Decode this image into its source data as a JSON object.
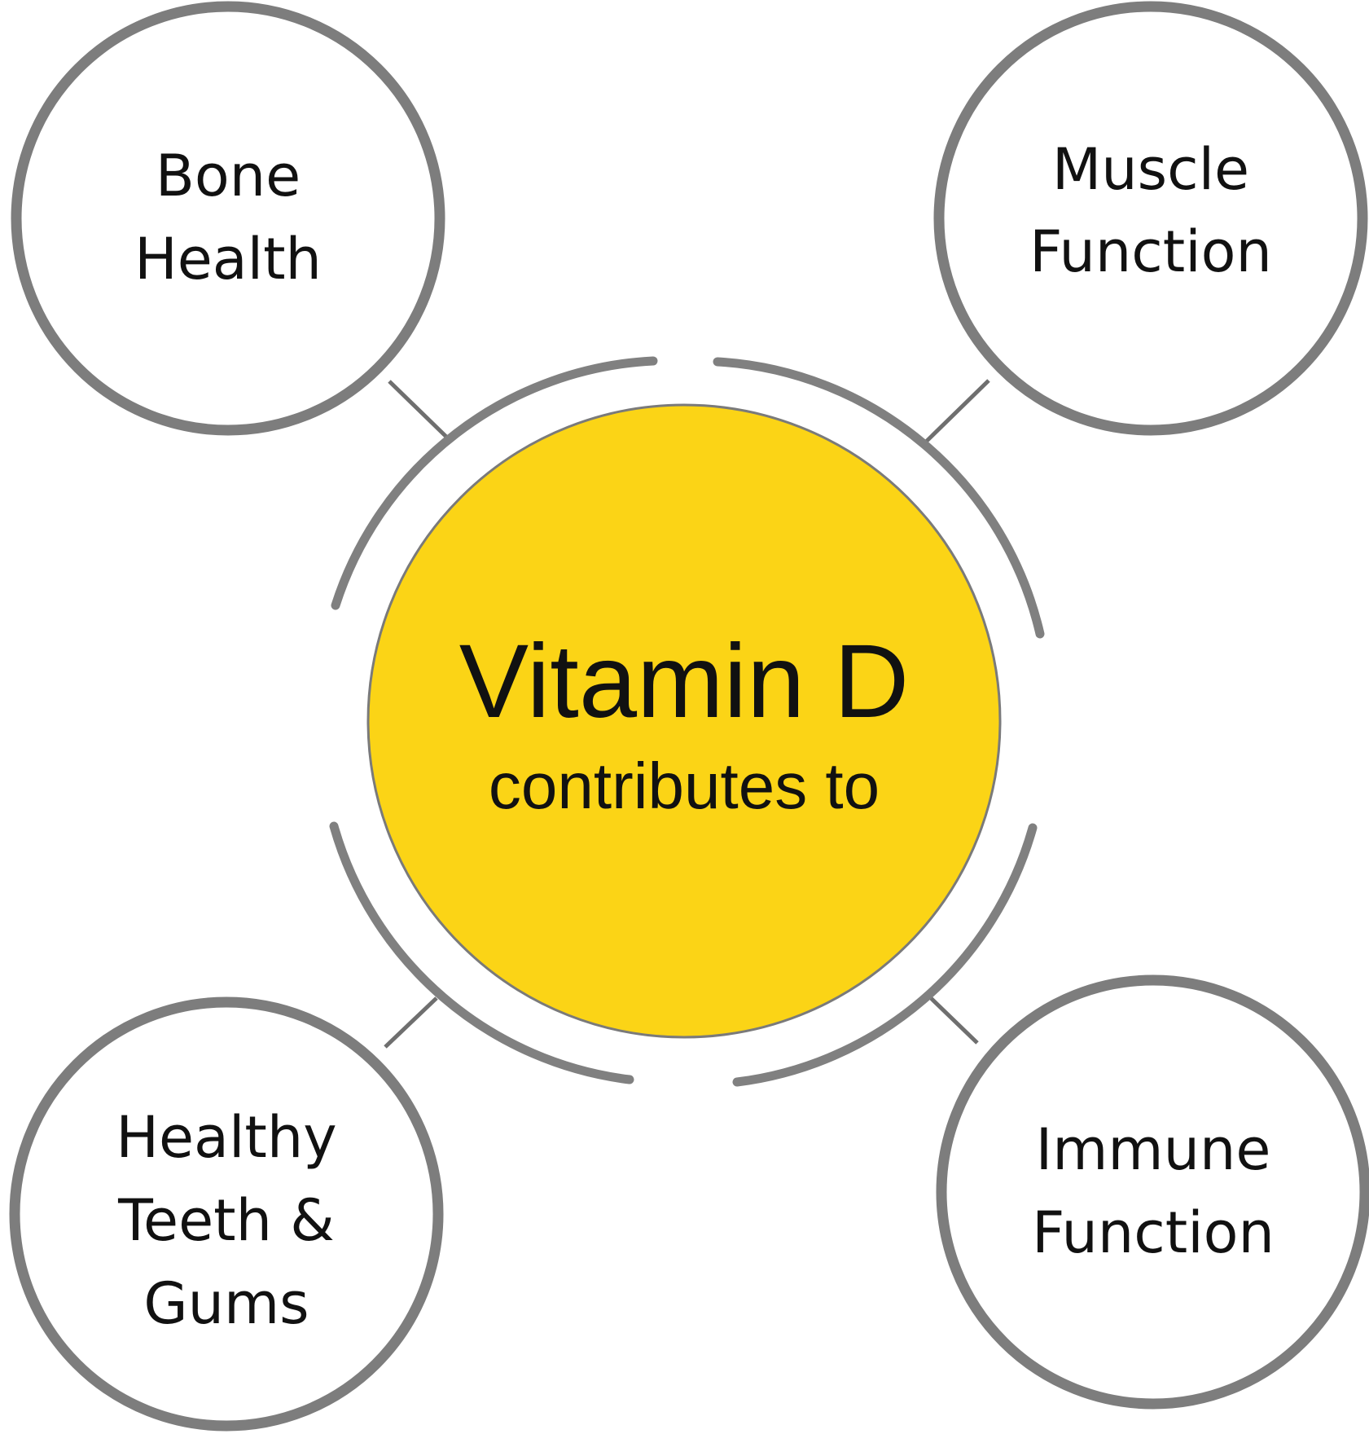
{
  "center": {
    "title": "Vitamin D",
    "subtitle": "contributes to",
    "fill_color": "#FBD416"
  },
  "colors": {
    "ring": "#808080",
    "connector": "#6f6f6f",
    "satellite_stroke": "#7d7d7d",
    "text": "#111111",
    "background": "#FFFFFF"
  },
  "satellites": {
    "top_left": {
      "lines": [
        "Bone",
        "Health"
      ]
    },
    "top_right": {
      "lines": [
        "Muscle",
        "Function"
      ]
    },
    "bottom_left": {
      "lines": [
        "Healthy",
        "Teeth &",
        "Gums"
      ]
    },
    "bottom_right": {
      "lines": [
        "Immune",
        "Function"
      ]
    }
  }
}
